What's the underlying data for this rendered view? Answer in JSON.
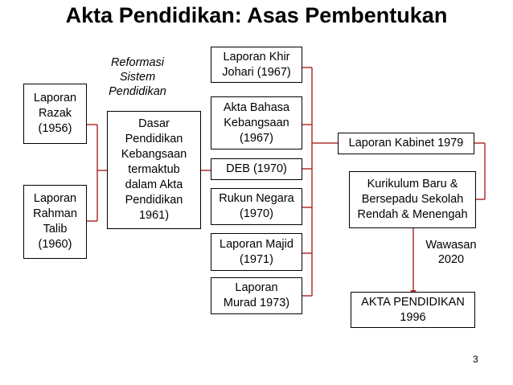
{
  "title": "Akta Pendidikan: Asas Pembentukan",
  "nodes": {
    "razak": [
      "Laporan",
      "Razak",
      "(1956)"
    ],
    "rahman": [
      "Laporan",
      "Rahman",
      "Talib",
      "(1960)"
    ],
    "dasar": [
      "Dasar",
      "Pendidikan",
      "Kebangsaan",
      "termaktub",
      "dalam Akta",
      "Pendidikan",
      "1961)"
    ],
    "khir": [
      "Laporan Khir",
      "Johari (1967)"
    ],
    "bahasa": [
      "Akta Bahasa",
      "Kebangsaan",
      "(1967)"
    ],
    "deb": [
      "DEB (1970)"
    ],
    "rukun": [
      "Rukun Negara",
      "(1970)"
    ],
    "majid": [
      "Laporan Majid",
      "(1971)"
    ],
    "murad": [
      "Laporan",
      "Murad 1973)"
    ],
    "kabinet": [
      "Laporan Kabinet 1979"
    ],
    "kurikulum": [
      "Kurikulum Baru &",
      "Bersepadu Sekolah",
      "Rendah & Menengah"
    ],
    "akta": [
      "AKTA PENDIDIKAN",
      "1996"
    ]
  },
  "annotations": {
    "reformasi": [
      "Reformasi",
      "Sistem",
      "Pendidikan"
    ],
    "wawasan": [
      "Wawasan",
      "2020"
    ]
  },
  "colors": {
    "connector": "#b03030",
    "box_border": "#000000"
  },
  "page_number": "3"
}
